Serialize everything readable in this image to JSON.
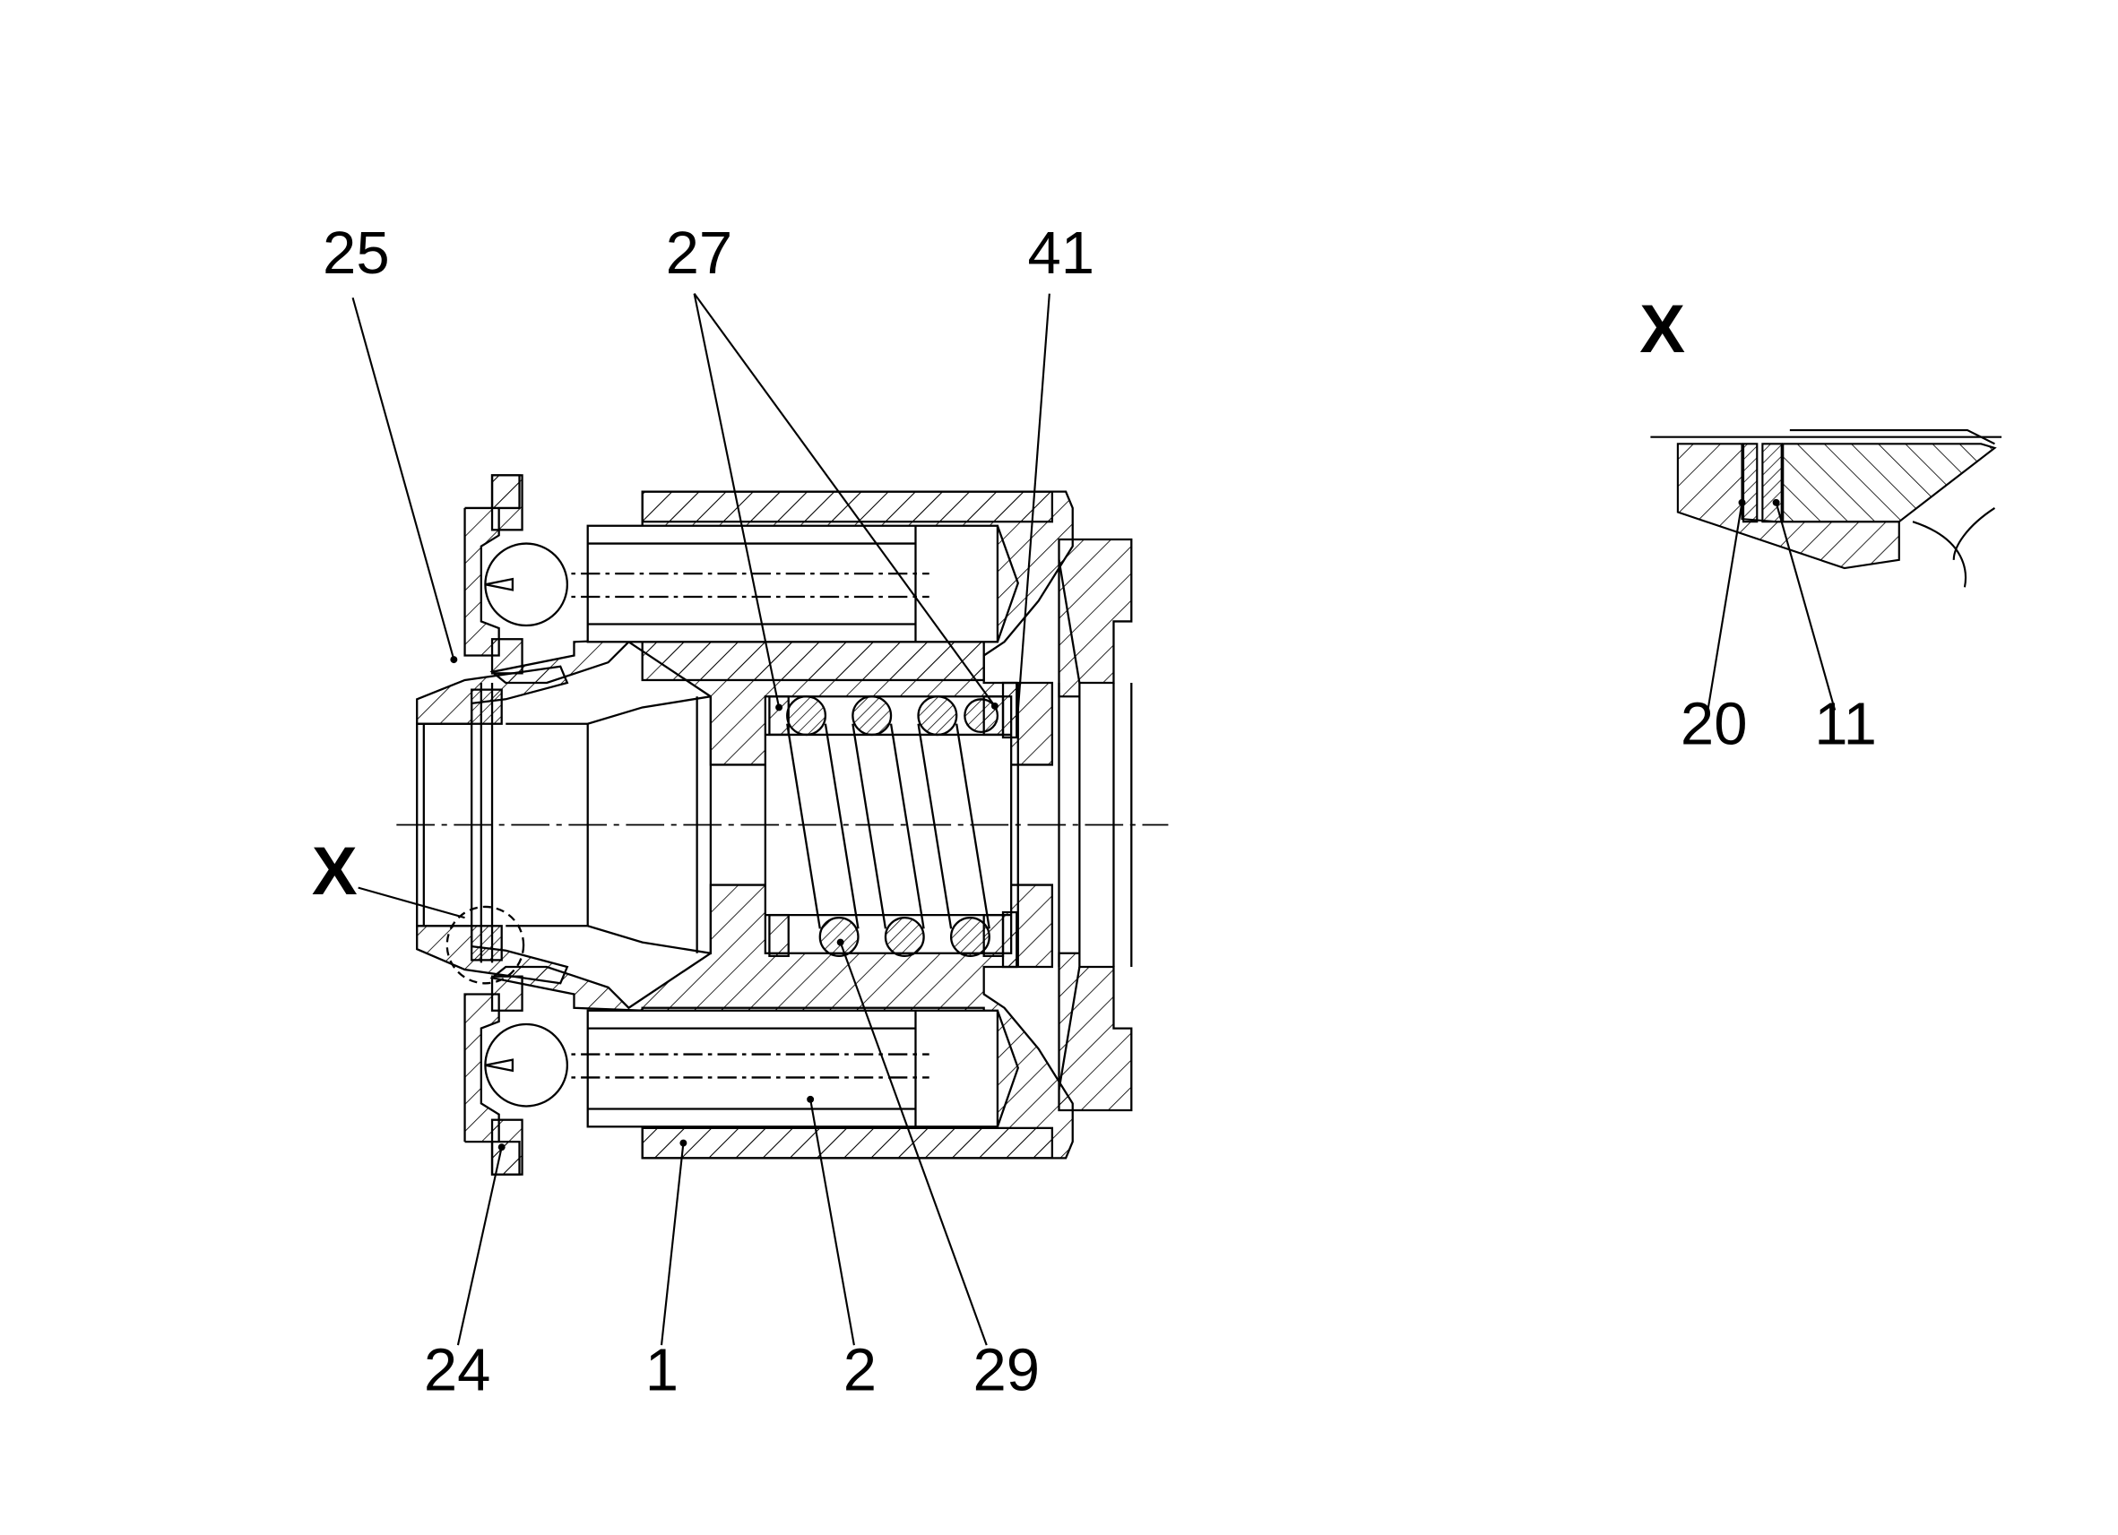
{
  "main_view": {
    "callouts": {
      "c25": "25",
      "c27": "27",
      "c41": "41",
      "cX": "X",
      "c24": "24",
      "c1": "1",
      "c2": "2",
      "c29": "29"
    }
  },
  "detail_view": {
    "title": "X",
    "callouts": {
      "c20": "20",
      "c11": "11"
    }
  },
  "colors": {
    "line": "#000000",
    "background": "#ffffff"
  }
}
